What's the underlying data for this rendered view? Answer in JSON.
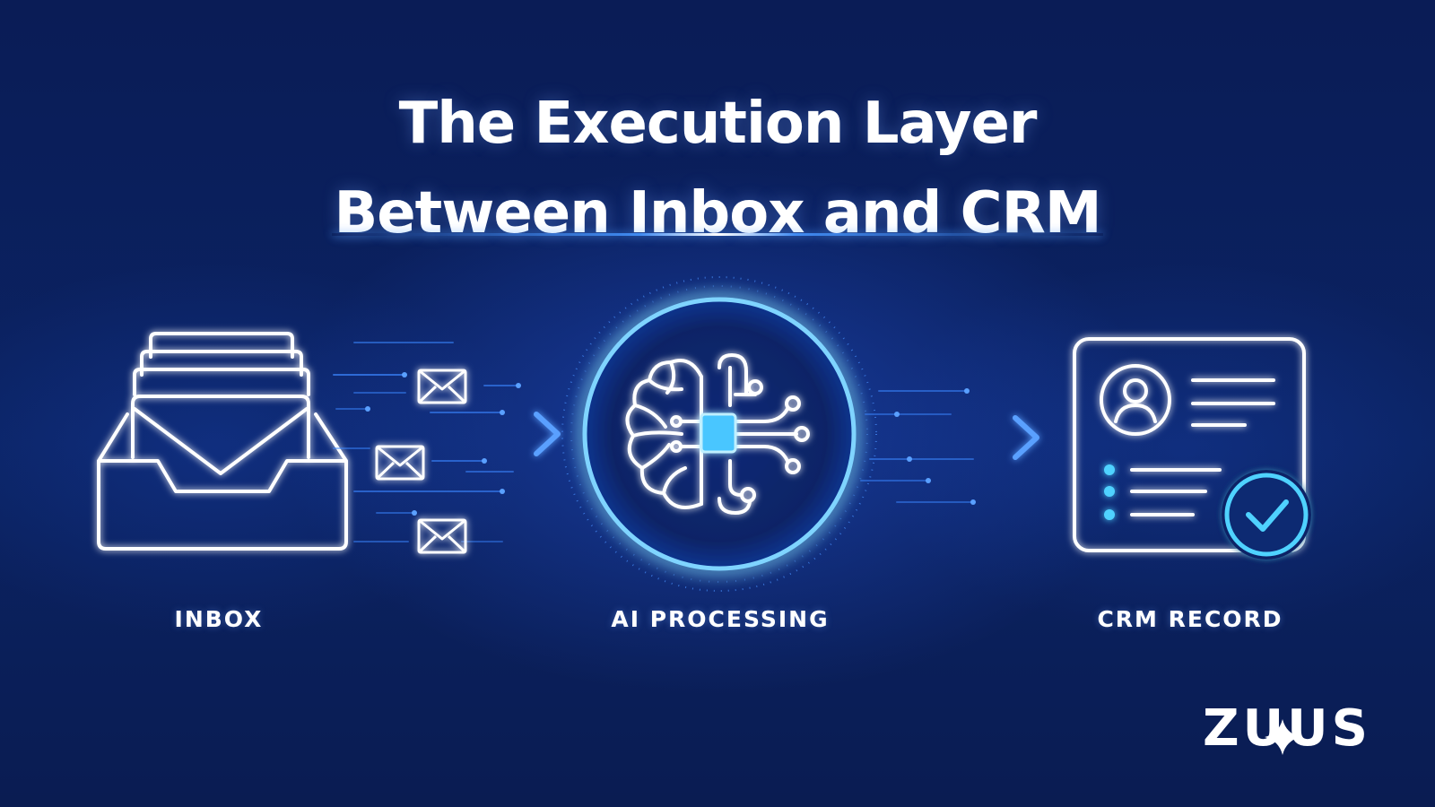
{
  "title": {
    "line1": "The Execution Layer",
    "line2": "Between Inbox and CRM"
  },
  "nodes": [
    {
      "id": "inbox",
      "label": "INBOX",
      "icon": "inbox-tray-icon"
    },
    {
      "id": "ai",
      "label": "AI PROCESSING",
      "icon": "brain-chip-icon"
    },
    {
      "id": "crm",
      "label": "CRM RECORD",
      "icon": "contact-card-check-icon"
    }
  ],
  "edges": [
    {
      "from": "inbox",
      "to": "ai",
      "icons": [
        "envelope-icon",
        "envelope-icon",
        "envelope-icon"
      ]
    },
    {
      "from": "ai",
      "to": "crm"
    }
  ],
  "brand": {
    "logo_text": "ZUUS",
    "icon": "zuus-logo"
  },
  "colors": {
    "background": "#0a1f5c",
    "glow": "#3d8bff",
    "accent_cyan": "#4fd2ff",
    "line": "#ffffff"
  }
}
